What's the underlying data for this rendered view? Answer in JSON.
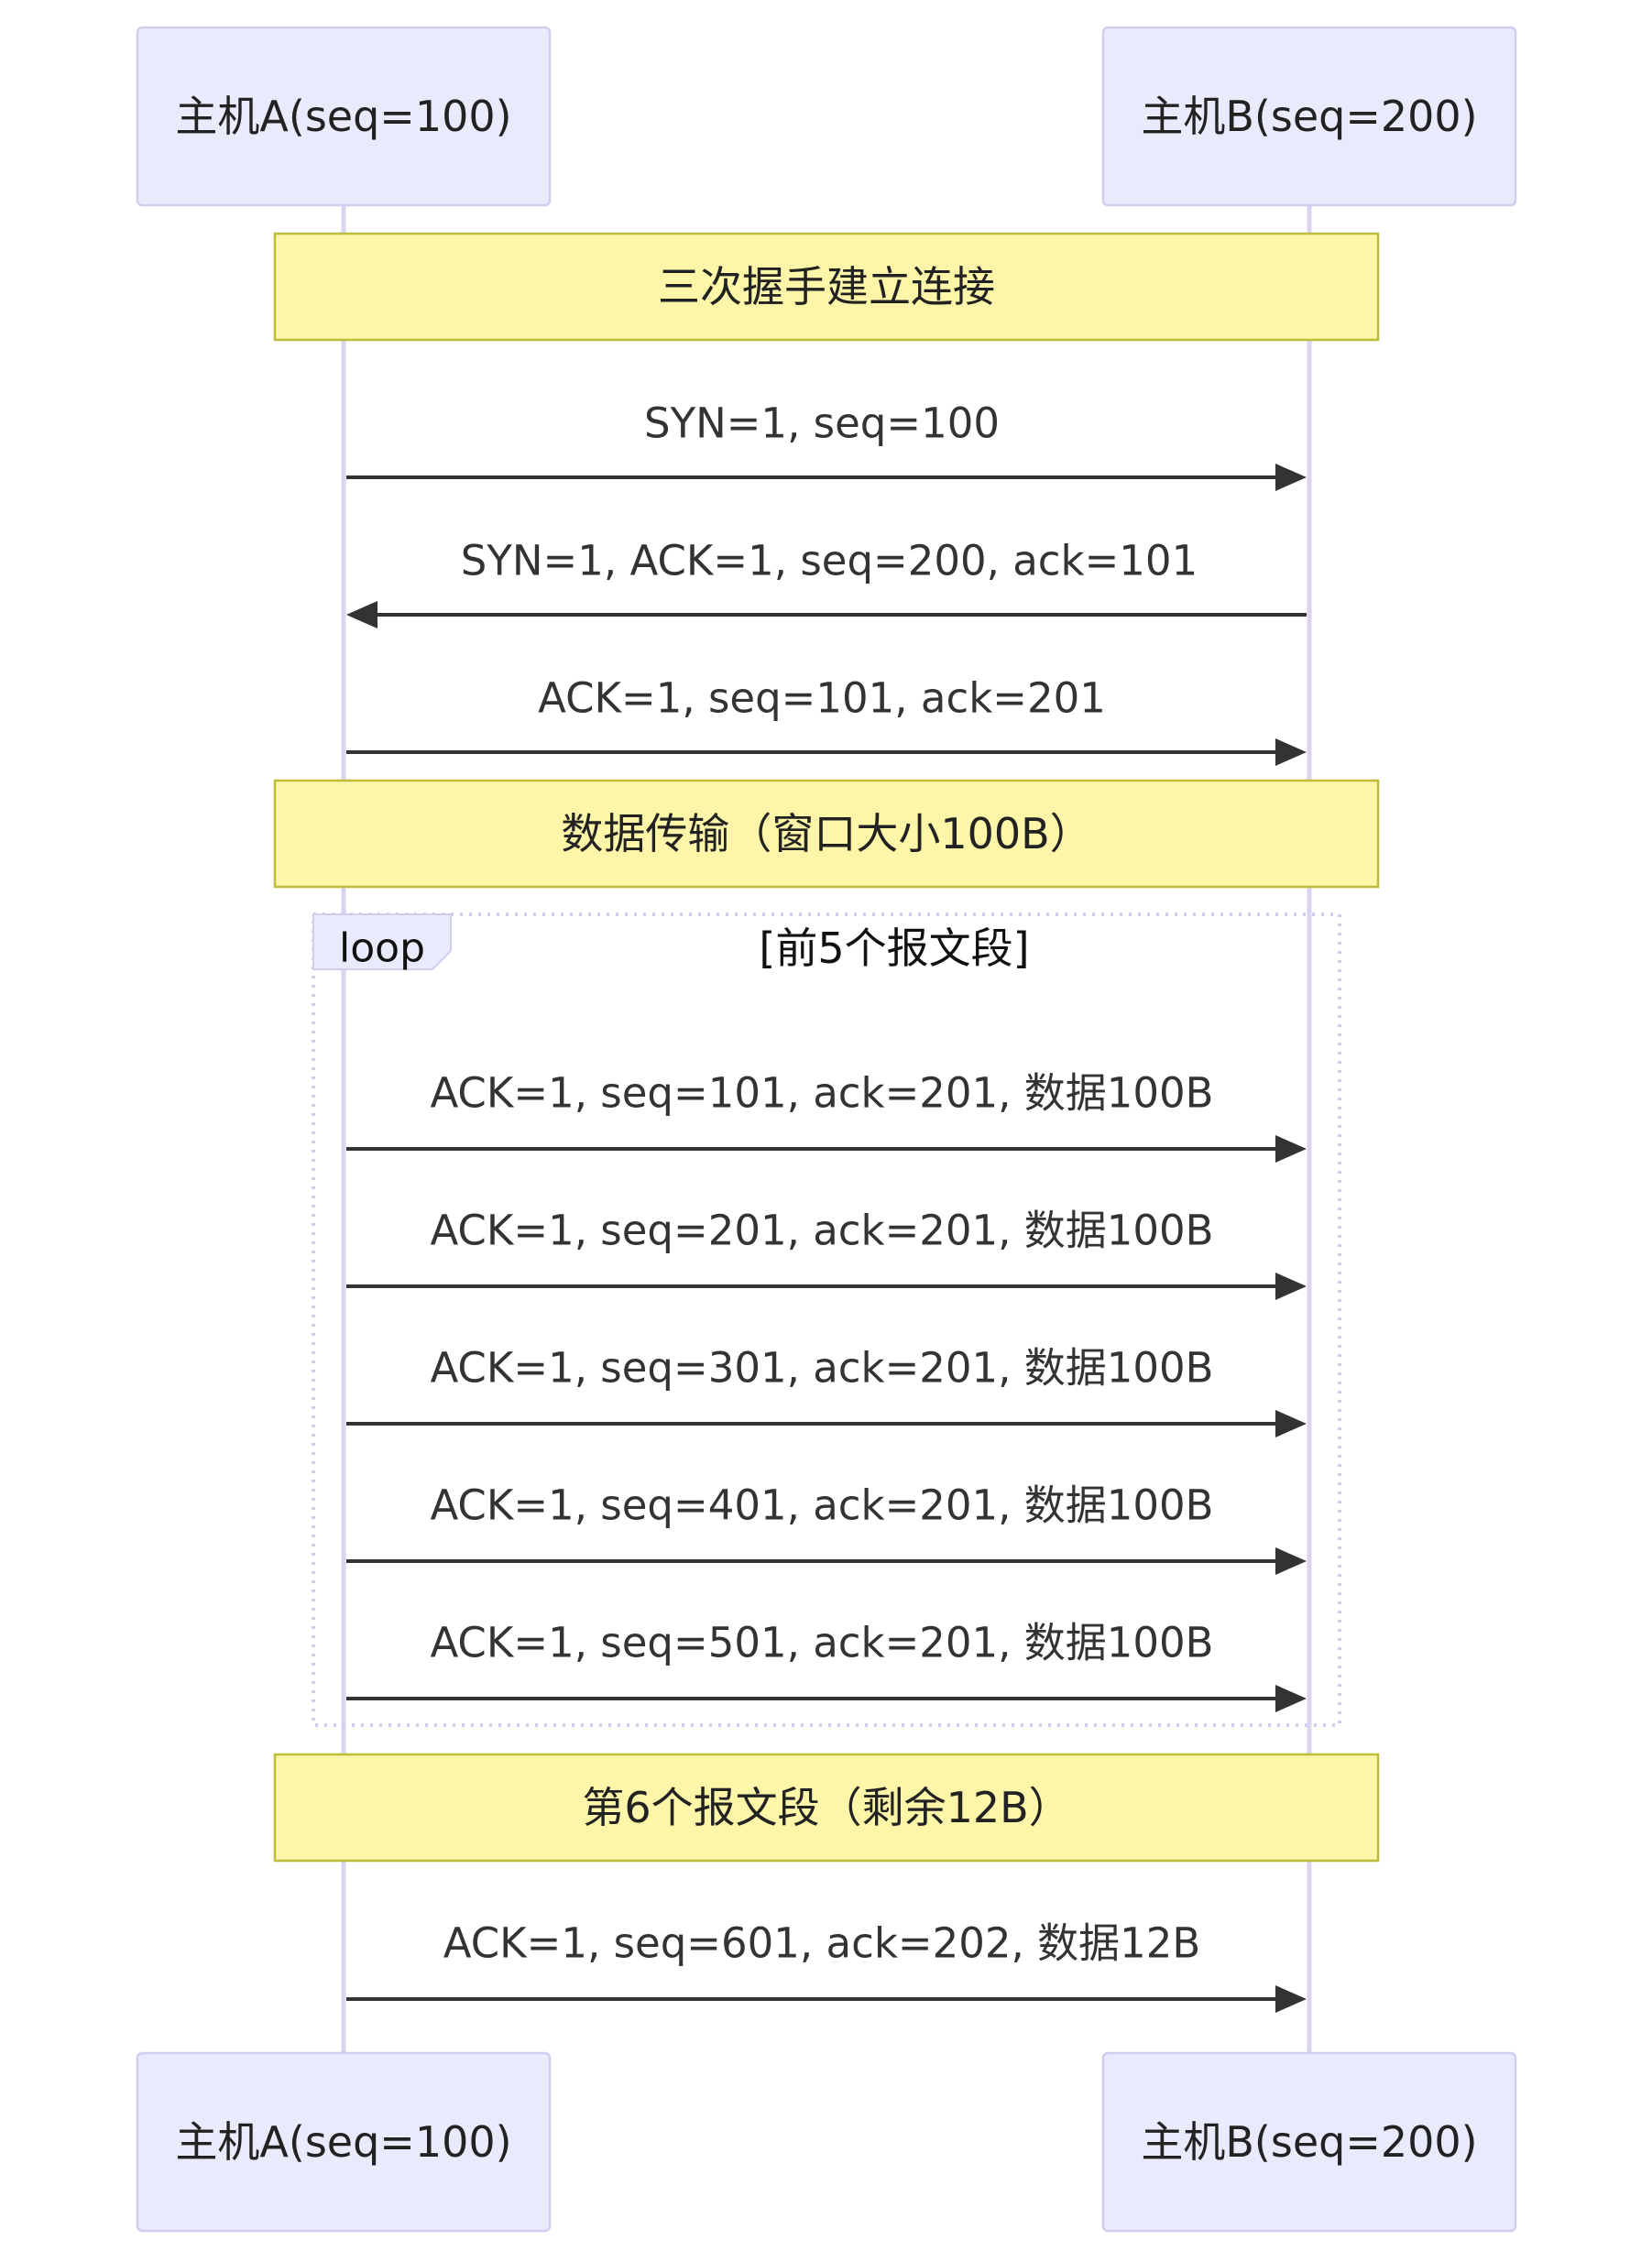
{
  "participants": {
    "host_a": "主机A(seq=100)",
    "host_b": "主机B(seq=200)"
  },
  "notes": {
    "handshake": "三次握手建立连接",
    "transfer": "数据传输（窗口大小100B）",
    "sixth_segment": "第6个报文段（剩余12B）"
  },
  "loop": {
    "keyword": "loop",
    "condition": "[前5个报文段]"
  },
  "messages": [
    {
      "label": "SYN=1, seq=100",
      "direction": "A→B"
    },
    {
      "label": "SYN=1, ACK=1, seq=200, ack=101",
      "direction": "B→A"
    },
    {
      "label": "ACK=1, seq=101, ack=201",
      "direction": "A→B"
    },
    {
      "label": "ACK=1, seq=101, ack=201, 数据100B",
      "direction": "A→B"
    },
    {
      "label": "ACK=1, seq=201, ack=201, 数据100B",
      "direction": "A→B"
    },
    {
      "label": "ACK=1, seq=301, ack=201, 数据100B",
      "direction": "A→B"
    },
    {
      "label": "ACK=1, seq=401, ack=201, 数据100B",
      "direction": "A→B"
    },
    {
      "label": "ACK=1, seq=501, ack=201, 数据100B",
      "direction": "A→B"
    },
    {
      "label": "ACK=1, seq=601, ack=202, 数据12B",
      "direction": "A→B"
    }
  ],
  "colors": {
    "actor_fill": "#eaeafd",
    "note_fill": "#fdf5a8",
    "arrow": "#333333"
  }
}
